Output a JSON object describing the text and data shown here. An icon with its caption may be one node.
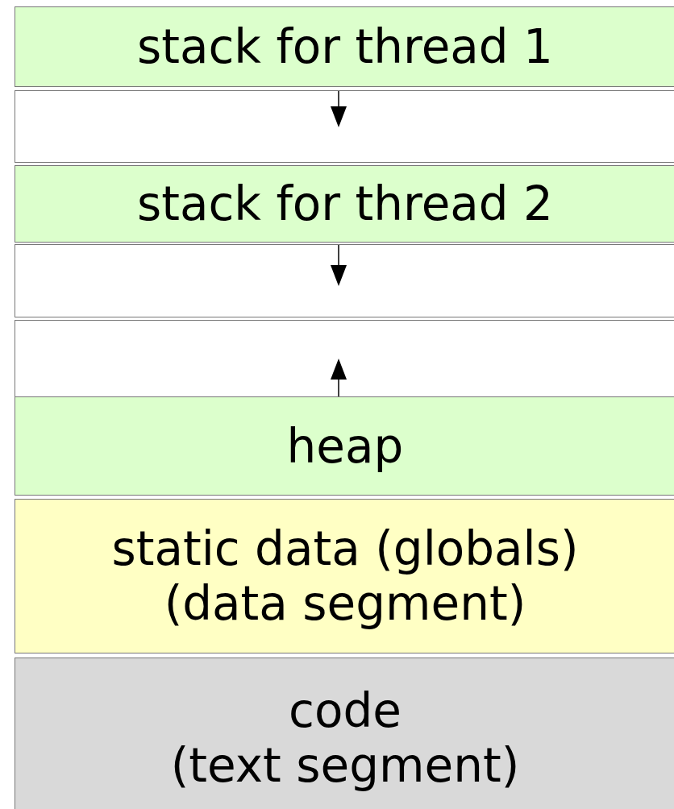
{
  "diagram": {
    "nodes": [
      {
        "text": [
          "stack for thread 1"
        ]
      },
      {
        "text": [],
        "shape": "box"
      },
      {
        "text": [
          "stack for thread 2"
        ]
      },
      {
        "text": [],
        "shape": "box"
      },
      {
        "text": [],
        "shape": "box"
      },
      {
        "text": [
          "heap"
        ]
      },
      {
        "text": [
          "static data (globals)",
          "(data segment)"
        ]
      },
      {
        "text": [
          "code",
          "(text segment)"
        ]
      }
    ]
  }
}
